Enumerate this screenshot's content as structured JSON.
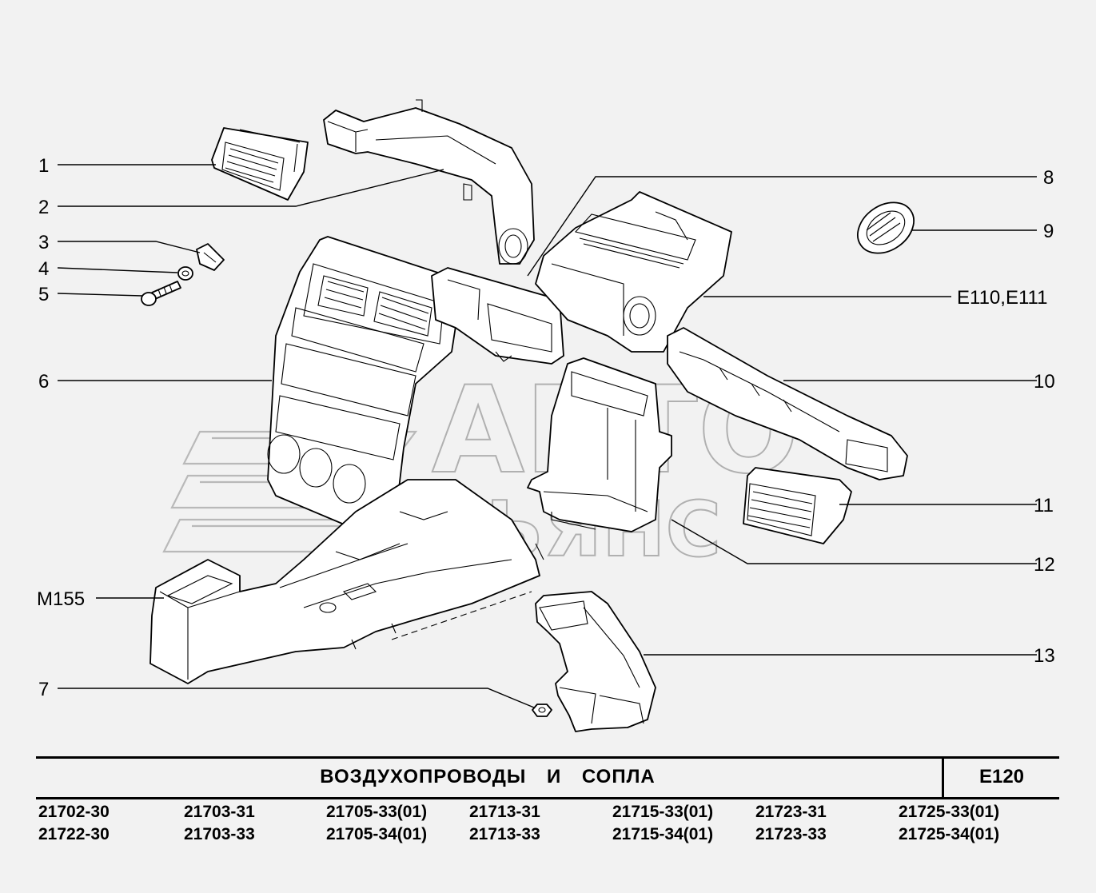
{
  "title": "ВОЗДУХОПРОВОДЫ   И   СОПЛА",
  "code": "E120",
  "callouts": {
    "c1": "1",
    "c2": "2",
    "c3": "3",
    "c4": "4",
    "c5": "5",
    "c6": "6",
    "c7": "7",
    "c8": "8",
    "c9": "9",
    "c10": "10",
    "c11": "11",
    "c12": "12",
    "c13": "13",
    "m155": "M155",
    "e110": "E110,E111"
  },
  "models": [
    [
      "21702-30",
      "21722-30"
    ],
    [
      "21703-31",
      "21703-33"
    ],
    [
      "21705-33(01)",
      "21705-34(01)"
    ],
    [
      "21713-31",
      "21713-33"
    ],
    [
      "21715-33(01)",
      "21715-34(01)"
    ],
    [
      "21723-31",
      "21723-33"
    ],
    [
      "21725-33(01)",
      "21725-34(01)"
    ]
  ],
  "watermark": {
    "line1": "АВТО",
    "line2": "АЛЬЯНС"
  }
}
